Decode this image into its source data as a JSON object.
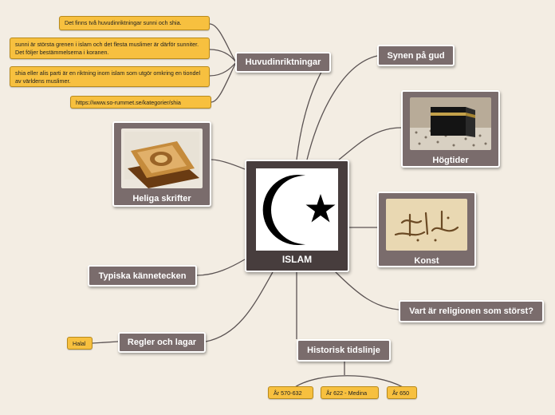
{
  "center": {
    "title": "ISLAM"
  },
  "branches": {
    "huvud": "Huvudinriktningar",
    "synen": "Synen på gud",
    "hogtider": "Högtider",
    "heliga": "Heliga skrifter",
    "konst": "Konst",
    "typiska": "Typiska kännetecken",
    "vart": "Vart är religionen som störst?",
    "regler": "Regler och lagar",
    "historisk": "Historisk tidslinje"
  },
  "notes": {
    "n1": "Det finns två huvudinriktningar sunni och shia.",
    "n2": "sunni är största grenen i islam och det flesta muslimer är därför sunniter. Det följer bestämmelserna i koranen.",
    "n3": "shia eller alis parti är en riktning inom islam som utgör omkring en tiondel av världens muslimer.",
    "n4": "https://www.so-rummet.se/kategorier/shia",
    "halal": "Halal"
  },
  "timeline": [
    "År 570-632",
    "År 622 - Medina",
    "År 650"
  ]
}
